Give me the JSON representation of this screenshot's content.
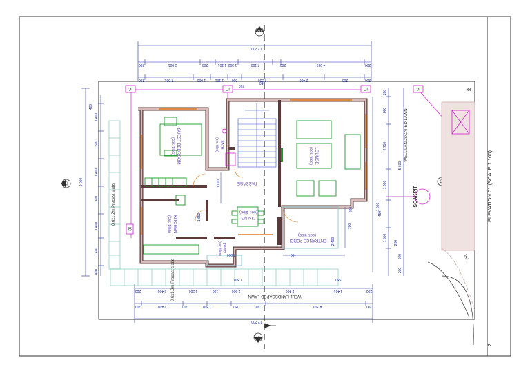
{
  "sheet": {
    "elevation_title": "ELEVATION 01 (SCALE 1:100)",
    "sheet_number": "2",
    "corner_label": "er"
  },
  "colors": {
    "wall": "#5a3a3a",
    "wall_fill": "#d7bcbc",
    "dimension": "#1f2fa0",
    "furniture": "#1a9a2a",
    "marker": "#d020d0",
    "window": "#e07a20",
    "grid_line": "#333333"
  },
  "rooms": [
    {
      "name": "GUEST BEDROOM",
      "finish": "(cer. tiles)"
    },
    {
      "name": "LOUNGE",
      "finish": "(cer. tiles)"
    },
    {
      "name": "KITCHEN",
      "finish": "(cer. tiles)"
    },
    {
      "name": "DINING",
      "finish": "(cer. tiles)"
    },
    {
      "name": "PASSAGE",
      "finish": ""
    },
    {
      "name": "ENTRANCE PORCH",
      "finish": "(cer. tiles)"
    },
    {
      "name": "BATH",
      "finish": "(cer. tiles)"
    },
    {
      "name": "pantry",
      "finish": "(cer. tiles)"
    }
  ],
  "site_labels": {
    "lawn_right": "WELL LANDSCAPED LAWN",
    "lawn_bottom": "WELL LANDSCAPED LAWN",
    "soakpit": "SOAKPIT",
    "slabs_left": "0.6x1.2m Precast slabs",
    "slabs_bottom": "0.6x1.2m Precast slabs",
    "note": "BU",
    "grid_marker": "1"
  },
  "elevation_markers": [
    "02",
    "03",
    "04",
    "01"
  ],
  "marker_tag": "IC",
  "dimensions": {
    "top_overall": "12 200",
    "top_row1": [
      "200",
      "3 601",
      "200",
      "1 101",
      "1 300",
      "2 100",
      "200",
      "4 399",
      "200"
    ],
    "top_row2": [
      "200",
      "2 601",
      "1 000",
      "1 101",
      "600",
      "2 350",
      "2 400",
      "200",
      "200"
    ],
    "bottom_overall": "12 200",
    "bottom_row1": [
      "200",
      "3 400",
      "1 300",
      "100",
      "2 900",
      "2 400",
      "1 401",
      "200"
    ],
    "bottom_row2": [
      "200",
      "2 400",
      "200",
      "1 300",
      "150",
      "1 300",
      "4 300",
      "200"
    ],
    "left_overall": "9 000",
    "left_row": [
      "400",
      "1 400",
      "1 600",
      "1 400",
      "1 400",
      "1 400",
      "1 400",
      "400"
    ],
    "right_row": [
      "200",
      "800",
      "2 750",
      "1 600",
      "450",
      "1 500",
      "200",
      "900",
      "200"
    ],
    "right_overall": "5 600",
    "misc": [
      "750",
      "250",
      "1 000",
      "2 400",
      "1 300",
      "1 600",
      "2 000",
      "400",
      "700",
      "200",
      "1 650",
      "550"
    ]
  }
}
